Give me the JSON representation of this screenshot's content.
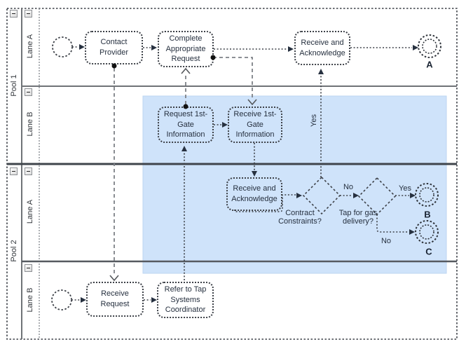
{
  "diagram": {
    "pools": [
      {
        "label": "Pool 1",
        "lanes": [
          {
            "label": "Lane A"
          },
          {
            "label": "Lane B"
          }
        ]
      },
      {
        "label": "Pool 2",
        "lanes": [
          {
            "label": "Lane A"
          },
          {
            "label": "Lane B"
          }
        ]
      }
    ],
    "tasks": {
      "contact_provider": "Contact\nProvider",
      "complete_appropriate_request": "Complete\nAppropriate\nRequest",
      "receive_and_acknowledge_top": "Receive and\nAcknowledge",
      "request_first_gate": "Request 1st-\nGate\nInformation",
      "receive_first_gate": "Receive 1st-\nGate\nInformation",
      "receive_and_acknowledge_mid": "Receive and\nAcknowledge",
      "receive_request": "Receive\nRequest",
      "refer_to_tap": "Refer to Tap\nSystems\nCoordinator"
    },
    "gateways": {
      "contract_constraints": "Contract\nConstraints?",
      "tap_for_gas": "Tap for gas\ndelivery?"
    },
    "end_events": {
      "a": "A",
      "b": "B",
      "c": "C"
    },
    "flow_labels": {
      "yes_vertical": "Yes",
      "no_between_gateways": "No",
      "yes_to_b": "Yes",
      "no_to_c": "No"
    },
    "icons": {
      "collapse": "minus-icon"
    },
    "colors": {
      "highlight": "#cfe3fa",
      "sequence_line": "#3d4148",
      "message_line": "#7d8187",
      "text": "#26303f"
    }
  }
}
